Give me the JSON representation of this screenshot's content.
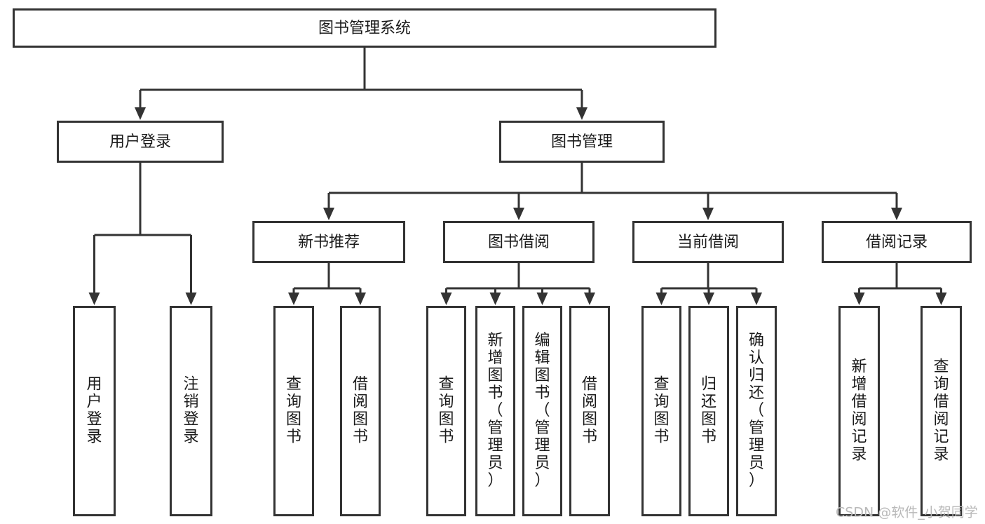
{
  "diagram": {
    "type": "hierarchy-tree",
    "title": "图书管理系统",
    "watermark": "CSDN @软件_小贺同学",
    "colors": {
      "box_stroke": "#333333",
      "box_fill": "#ffffff",
      "text": "#1a1a1a",
      "edge": "#333333",
      "watermark": "#b9b9b9",
      "background": "#ffffff"
    },
    "nodes": {
      "root": {
        "label": "图书管理系统",
        "level": 0,
        "orientation": "horizontal"
      },
      "n_user_login": {
        "label": "用户登录",
        "level": 1,
        "orientation": "horizontal"
      },
      "n_book_manage": {
        "label": "图书管理",
        "level": 1,
        "orientation": "horizontal"
      },
      "n_new_book_rec": {
        "label": "新书推荐",
        "level": 2,
        "orientation": "horizontal"
      },
      "n_book_borrow": {
        "label": "图书借阅",
        "level": 2,
        "orientation": "horizontal"
      },
      "n_current_borrow": {
        "label": "当前借阅",
        "level": 2,
        "orientation": "horizontal"
      },
      "n_borrow_record": {
        "label": "借阅记录",
        "level": 2,
        "orientation": "horizontal"
      },
      "l_user_login": {
        "label": "用户登录",
        "level": 3,
        "orientation": "vertical"
      },
      "l_user_logout": {
        "label": "注销登录",
        "level": 3,
        "orientation": "vertical"
      },
      "l_query_book_1": {
        "label": "查询图书",
        "level": 3,
        "orientation": "vertical"
      },
      "l_borrow_book_1": {
        "label": "借阅图书",
        "level": 3,
        "orientation": "vertical"
      },
      "l_query_book_2": {
        "label": "查询图书",
        "level": 3,
        "orientation": "vertical"
      },
      "l_add_book": {
        "label": "新增图书（管理员）",
        "level": 3,
        "orientation": "vertical"
      },
      "l_edit_book": {
        "label": "编辑图书（管理员）",
        "level": 3,
        "orientation": "vertical"
      },
      "l_borrow_book_2": {
        "label": "借阅图书",
        "level": 3,
        "orientation": "vertical"
      },
      "l_query_book_3": {
        "label": "查询图书",
        "level": 3,
        "orientation": "vertical"
      },
      "l_return_book": {
        "label": "归还图书",
        "level": 3,
        "orientation": "vertical"
      },
      "l_confirm_return": {
        "label": "确认归还（管理员）",
        "level": 3,
        "orientation": "vertical"
      },
      "l_add_record": {
        "label": "新增借阅记录",
        "level": 3,
        "orientation": "vertical"
      },
      "l_query_record": {
        "label": "查询借阅记录",
        "level": 3,
        "orientation": "vertical"
      }
    },
    "edges": [
      {
        "from": "root",
        "to": "n_user_login"
      },
      {
        "from": "root",
        "to": "n_book_manage"
      },
      {
        "from": "n_book_manage",
        "to": "n_new_book_rec"
      },
      {
        "from": "n_book_manage",
        "to": "n_book_borrow"
      },
      {
        "from": "n_book_manage",
        "to": "n_current_borrow"
      },
      {
        "from": "n_book_manage",
        "to": "n_borrow_record"
      },
      {
        "from": "n_user_login",
        "to": "l_user_login"
      },
      {
        "from": "n_user_login",
        "to": "l_user_logout"
      },
      {
        "from": "n_new_book_rec",
        "to": "l_query_book_1"
      },
      {
        "from": "n_new_book_rec",
        "to": "l_borrow_book_1"
      },
      {
        "from": "n_book_borrow",
        "to": "l_query_book_2"
      },
      {
        "from": "n_book_borrow",
        "to": "l_add_book"
      },
      {
        "from": "n_book_borrow",
        "to": "l_edit_book"
      },
      {
        "from": "n_book_borrow",
        "to": "l_borrow_book_2"
      },
      {
        "from": "n_current_borrow",
        "to": "l_query_book_3"
      },
      {
        "from": "n_current_borrow",
        "to": "l_return_book"
      },
      {
        "from": "n_current_borrow",
        "to": "l_confirm_return"
      },
      {
        "from": "n_borrow_record",
        "to": "l_add_record"
      },
      {
        "from": "n_borrow_record",
        "to": "l_query_record"
      }
    ]
  }
}
